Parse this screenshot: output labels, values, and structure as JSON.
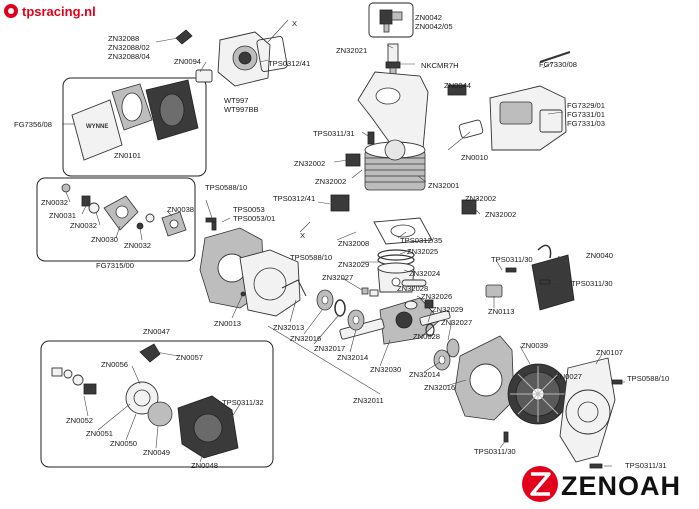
{
  "website_logo": "tpsracing.nl",
  "brand": "ZENOAH",
  "labels": [
    "ZN32088",
    "ZN32088/02",
    "ZN32088/04",
    "ZN0094",
    "WT997",
    "WT997BB",
    "TPS0312/41",
    "X",
    "ZN0042",
    "ZN0042/05",
    "ZN32021",
    "NKCMR7H",
    "ZN0044",
    "FG7330/08",
    "FG7329/01",
    "FG7331/01",
    "FG7331/03",
    "FG7356/08",
    "ZN0101",
    "TPS0311/31",
    "ZN0010",
    "ZN32002",
    "ZN32002",
    "ZN32001",
    "ZN32002",
    "ZN32002",
    "ZN0032",
    "ZN0031",
    "ZN0032",
    "ZN0030",
    "ZN0032",
    "ZN0038",
    "TPS0588/10",
    "TPS0053",
    "TPS0053/01",
    "TPS0312/41",
    "X",
    "ZN32008",
    "TPS0312/35",
    "ZN32025",
    "FG7315/00",
    "TPS0588/10",
    "ZN32027",
    "ZN32029",
    "ZN32024",
    "ZN32028",
    "TPS0311/30",
    "ZN0040",
    "TPS0311/30",
    "ZN32026",
    "ZN32029",
    "ZN0113",
    "ZN0013",
    "ZN32013",
    "ZN32016",
    "ZN32017",
    "ZN32014",
    "ZN0028",
    "ZN32027",
    "ZN0047",
    "ZN0057",
    "ZN0056",
    "ZN0039",
    "ZN0107",
    "ZN32030",
    "ZN0027",
    "TPS0588/10",
    "ZN32014",
    "ZN32016",
    "ZN32011",
    "ZN0052",
    "ZN0051",
    "ZN0050",
    "ZN0049",
    "ZN0048",
    "TPS0311/32",
    "TPS0311/30",
    "TPS0311/31"
  ]
}
